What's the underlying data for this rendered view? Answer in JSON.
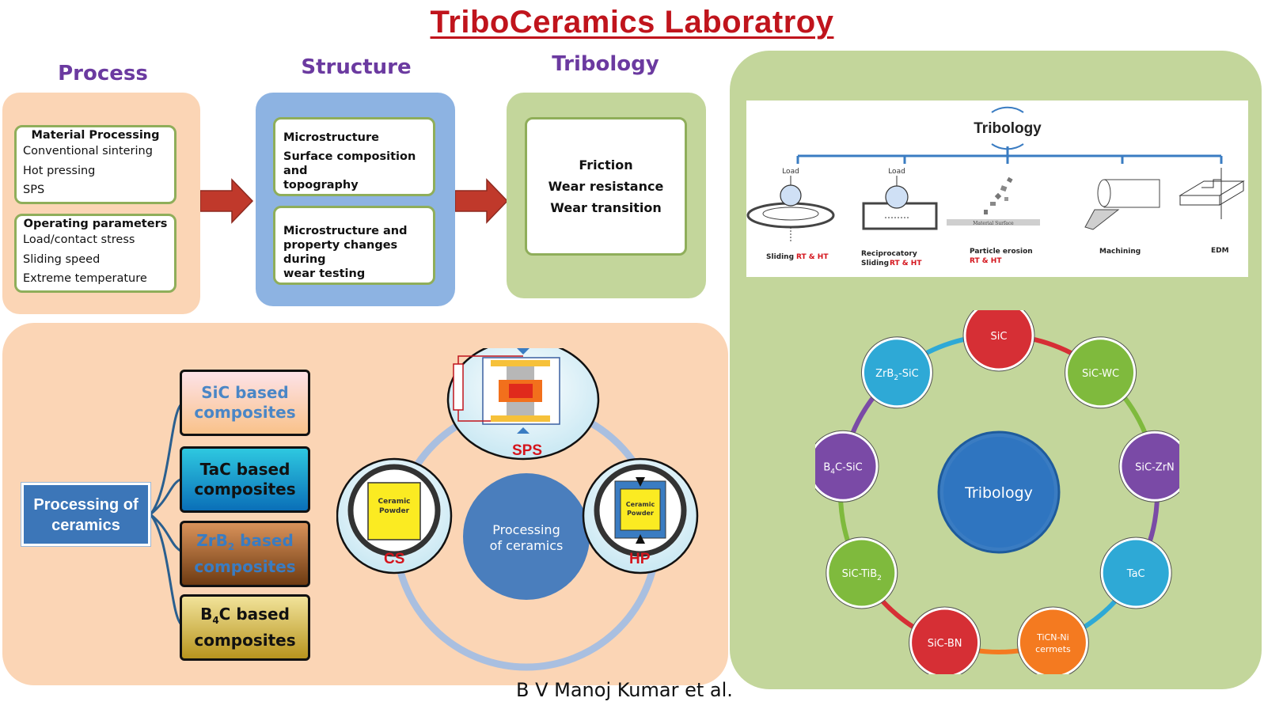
{
  "title": "TriboCeramics Laboratroy",
  "columns": {
    "process": "Process",
    "structure": "Structure",
    "tribology": "Tribology"
  },
  "process_panel": {
    "material_processing": {
      "heading": "Material Processing",
      "items": [
        "Conventional sintering",
        "Hot pressing",
        "SPS"
      ]
    },
    "operating_parameters": {
      "heading": "Operating parameters",
      "items": [
        "Load/contact stress",
        "Sliding speed",
        "Extreme temperature"
      ]
    }
  },
  "structure_panel": {
    "box1": [
      "Microstructure",
      "Surface composition and",
      "topography"
    ],
    "box2": [
      "Microstructure and",
      "property changes during",
      "wear testing"
    ]
  },
  "tribology_panel": {
    "items": [
      "Friction",
      "Wear resistance",
      "Wear transition"
    ]
  },
  "processing": {
    "main_label": [
      "Processing of",
      "ceramics"
    ],
    "composites": [
      {
        "line1": "SiC based",
        "line2": "composites"
      },
      {
        "line1": "TaC based",
        "line2": "composites"
      },
      {
        "line1": "ZrB",
        "sub": "2",
        "line1b": " based",
        "line2": "composites"
      },
      {
        "line1": "B",
        "sub": "4",
        "line1b": "C based",
        "line2": "composites"
      }
    ],
    "cycle_center": [
      "Processing",
      "of ceramics"
    ],
    "methods": {
      "sps": "SPS",
      "cs": "CS",
      "hp": "HP"
    },
    "ceramic_powder": [
      "Ceramic",
      "Powder"
    ]
  },
  "test_diagram": {
    "title": "Tribology",
    "load": "Load",
    "material_surface": "Material Surface",
    "tests": [
      {
        "line1": "Sliding",
        "tag": "RT & HT"
      },
      {
        "line1": "Reciprocatory",
        "line2": "Sliding",
        "tag": "RT & HT"
      },
      {
        "line1": "Particle erosion",
        "tag": "RT & HT"
      },
      {
        "line1": "Machining"
      },
      {
        "line1": "EDM"
      }
    ]
  },
  "materials_ring": {
    "center": "Tribology",
    "nodes": [
      {
        "label": "SiC",
        "color": "#d62f35"
      },
      {
        "label": "SiC-WC",
        "color": "#7fba3d"
      },
      {
        "label": "SiC-ZrN",
        "color": "#7a4aa6"
      },
      {
        "label": "TaC",
        "color": "#2ea9d6"
      },
      {
        "label": "TiCN-Ni",
        "label2": "cermets",
        "color": "#f47a20"
      },
      {
        "label": "SiC-BN",
        "color": "#d62f35"
      },
      {
        "label": "SiC-TiB",
        "sub": "2",
        "color": "#7fba3d"
      },
      {
        "label": "B",
        "sub": "4",
        "label_tail": "C-SiC",
        "color": "#7a4aa6"
      },
      {
        "label": "ZrB",
        "sub": "2",
        "label_tail": "-SiC",
        "color": "#2ea9d6"
      }
    ]
  },
  "footer": "B V Manoj Kumar et al.",
  "colors": {
    "title": "#c0141c",
    "heading": "#6b3aa0",
    "process_bg": "#fbd5b5",
    "structure_bg": "#8db3e2",
    "green_bg": "#c3d69b",
    "arrow": "#c0392b"
  }
}
